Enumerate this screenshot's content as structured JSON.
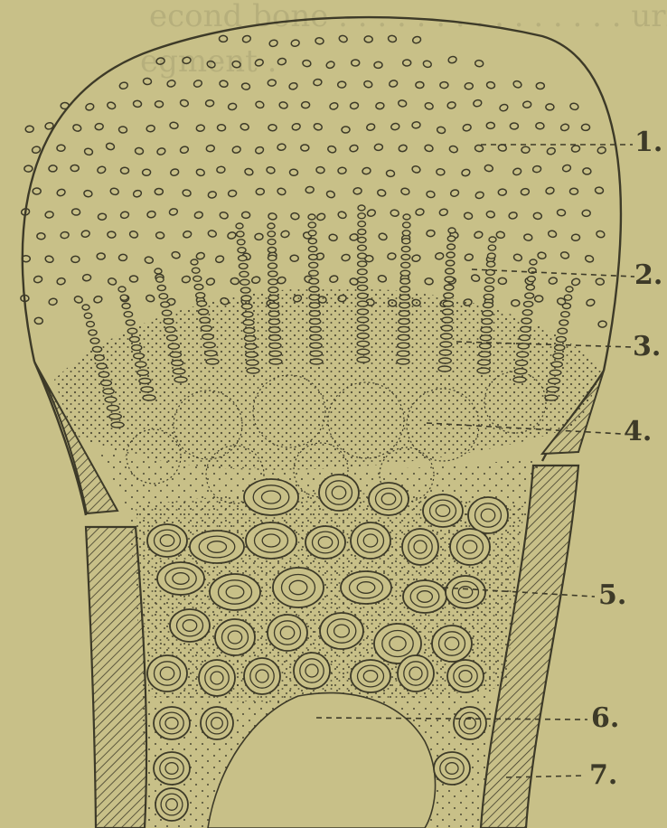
{
  "figure": {
    "labels": [
      {
        "id": "label-1",
        "text": "1."
      },
      {
        "id": "label-2",
        "text": "2."
      },
      {
        "id": "label-3",
        "text": "3."
      },
      {
        "id": "label-4",
        "text": "4."
      },
      {
        "id": "label-5",
        "text": "5."
      },
      {
        "id": "label-6",
        "text": "6."
      },
      {
        "id": "label-7",
        "text": "7."
      }
    ],
    "ink_color": "#3d3a28",
    "paper_color": "#c8c088"
  },
  "bleed_text": {
    "line_1": "econd bone . . . . . . . . . . . . . . . urfaces",
    "line_2": "egment ."
  }
}
